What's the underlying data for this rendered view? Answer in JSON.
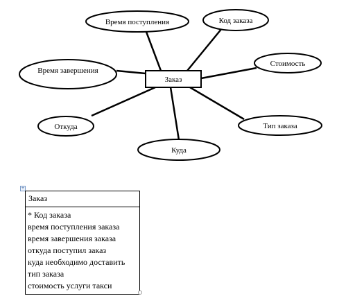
{
  "er_diagram": {
    "entity": "Заказ",
    "attributes": {
      "arrival_time": "Время поступления",
      "order_code": "Код заказа",
      "completion_time": "Время завершения",
      "cost": "Стоимость",
      "origin": "Откуда",
      "order_type": "Тип заказа",
      "destination": "Куда"
    }
  },
  "entity_table": {
    "title": "Заказ",
    "rows": [
      "*  Код заказа",
      "время поступления заказа",
      "время завершения заказа",
      "откуда поступил заказ",
      "куда необходимо доставить",
      "тип заказа",
      "стоимость услуги такси"
    ]
  },
  "icons": {
    "anchor": "move-anchor-icon",
    "resize": "resize-handle-icon"
  }
}
